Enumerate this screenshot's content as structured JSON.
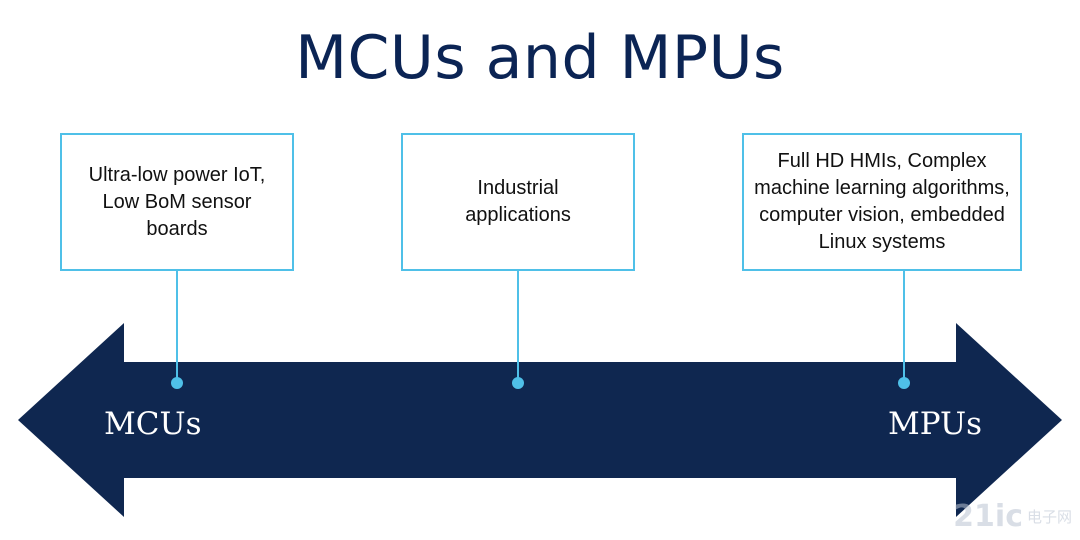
{
  "title": "MCUs and MPUs",
  "boxes": [
    {
      "lines": [
        "Ultra-low power IoT,",
        "Low BoM sensor",
        "boards"
      ]
    },
    {
      "lines": [
        "Industrial",
        "applications"
      ]
    },
    {
      "lines": [
        "Full HD HMIs, Complex",
        "machine learning algorithms,",
        "computer vision, embedded",
        "Linux systems"
      ]
    }
  ],
  "arrow": {
    "left_label": "MCUs",
    "right_label": "MPUs"
  },
  "watermark": {
    "number": "21ic",
    "text": "电子网"
  },
  "colors": {
    "title": "#0b2454",
    "arrow_fill": "#0f2750",
    "box_border": "#4fc0e8",
    "connector": "#4fc0e8",
    "dot": "#4fc0e8",
    "arrow_text": "#ffffff"
  }
}
